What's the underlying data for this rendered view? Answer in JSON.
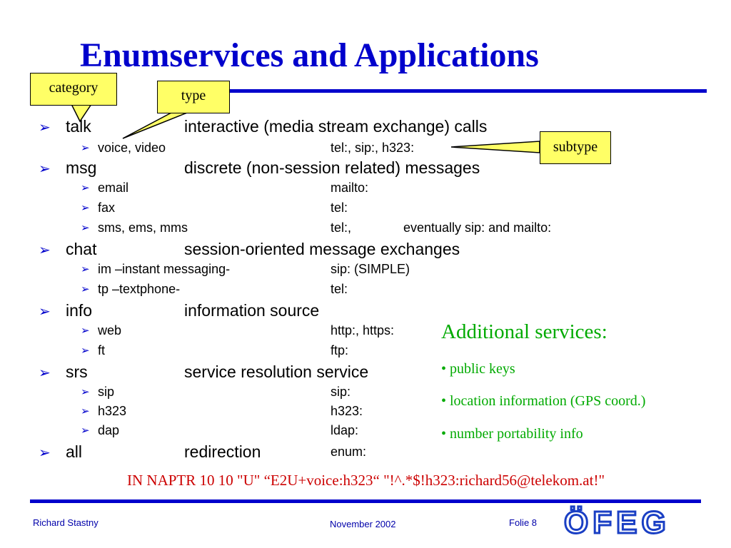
{
  "title": "Enumservices and Applications",
  "callouts": {
    "category": "category",
    "type": "type",
    "subtype": "subtype"
  },
  "services": [
    {
      "category": "talk",
      "desc": "interactive (media stream exchange) calls",
      "subs": [
        {
          "name": "voice, video",
          "uri": "tel:, sip:, h323:",
          "note": ""
        }
      ]
    },
    {
      "category": "msg",
      "desc": "discrete (non-session related) messages",
      "subs": [
        {
          "name": "email",
          "uri": "mailto:",
          "note": ""
        },
        {
          "name": "fax",
          "uri": "tel:",
          "note": ""
        },
        {
          "name": "sms, ems, mms",
          "uri": "tel:,",
          "note": "eventually sip: and mailto:"
        }
      ]
    },
    {
      "category": "chat",
      "desc": "session-oriented message exchanges",
      "subs": [
        {
          "name": "im –instant messaging-",
          "uri": "sip: (SIMPLE)",
          "note": ""
        },
        {
          "name": "tp  –textphone-",
          "uri": "tel:",
          "note": ""
        }
      ]
    },
    {
      "category": "info",
      "desc": "information source",
      "subs": [
        {
          "name": "web",
          "uri": "http:, https:",
          "note": ""
        },
        {
          "name": "ft",
          "uri": "ftp:",
          "note": ""
        }
      ]
    },
    {
      "category": "srs",
      "desc": "service resolution service",
      "subs": [
        {
          "name": "sip",
          "uri": "sip:",
          "note": ""
        },
        {
          "name": "h323",
          "uri": "h323:",
          "note": ""
        },
        {
          "name": "dap",
          "uri": "ldap:",
          "note": ""
        }
      ]
    },
    {
      "category": "all",
      "desc": "redirection",
      "uri": "enum:",
      "subs": []
    }
  ],
  "additional": {
    "heading": "Additional services:",
    "items": [
      "• public keys",
      "• location information (GPS coord.)",
      "• number portability info"
    ]
  },
  "naptr": "IN NAPTR 10 10 \"U\" “E2U+voice:h323“ \"!^.*$!h323:richard56@telekom.at!\"",
  "footer": {
    "author": "Richard Stastny",
    "date": "November 2002",
    "page": "Folie 8",
    "logo": "ÖFEG"
  },
  "colors": {
    "title": "#0000cc",
    "callout_fill": "#ffff66",
    "additional": "#00aa00",
    "naptr": "#cc0000"
  }
}
